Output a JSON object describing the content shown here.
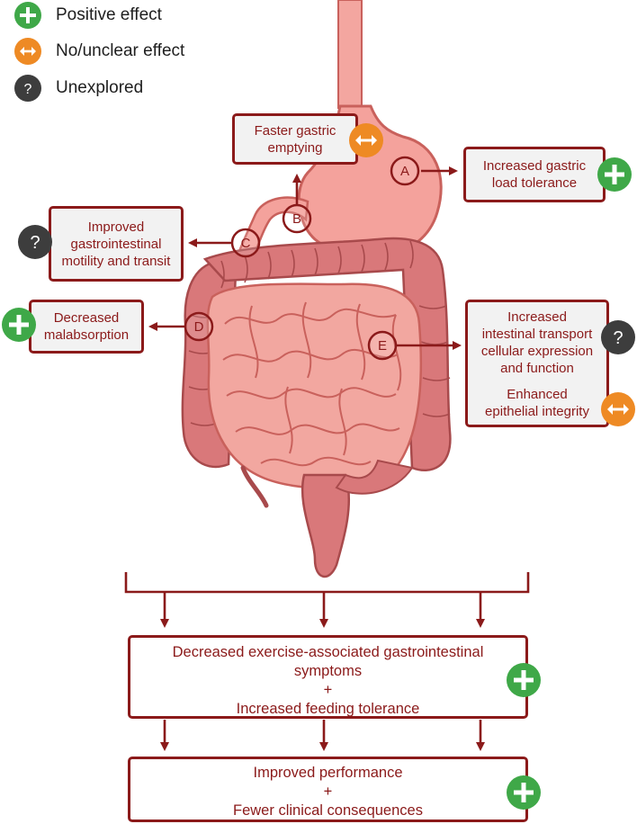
{
  "legend": {
    "positive": "Positive effect",
    "unclear": "No/unclear effect",
    "unexplored": "Unexplored"
  },
  "colors": {
    "positive": "#3fa848",
    "unclear": "#ee8a24",
    "unexplored": "#3d3d3d",
    "accent": "#8b1a1a",
    "box_fill": "#f2f2f2"
  },
  "unexplored_symbol": "?",
  "site_labels": {
    "A": "A",
    "B": "B",
    "C": "C",
    "D": "D",
    "E": "E"
  },
  "effects": {
    "faster_gastric_emptying": "Faster gastric\nemptying",
    "increased_gastric_load": "Increased gastric\nload tolerance",
    "improved_gi_motility": "Improved\ngastrointestinal\nmotility and transit",
    "decreased_malabsorption": "Decreased\nmalabsorption",
    "intestinal_transport": "Increased\nintestinal transport\ncellular expression\nand function",
    "epithelial_integrity": "Enhanced\nepithelial integrity"
  },
  "outcomes": {
    "first": "Decreased exercise-associated gastrointestinal\nsymptoms\n+\nIncreased feeding tolerance",
    "second": "Improved performance\n+\nFewer clinical consequences"
  },
  "icons": {
    "positive": "plus-icon",
    "unclear": "double-arrow-icon",
    "unexplored": "question-icon"
  }
}
